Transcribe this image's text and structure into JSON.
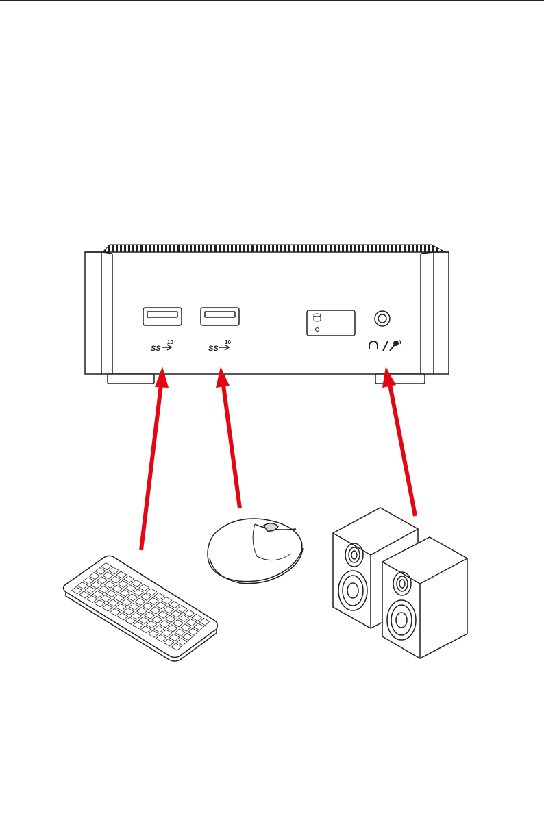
{
  "colors": {
    "arrow": "#e30613",
    "line": "#231f20",
    "background": "#ffffff"
  },
  "device": {
    "name": "mini-pc-front-panel",
    "ports": [
      {
        "type": "usb-a",
        "label": "SS",
        "speed": "10"
      },
      {
        "type": "usb-a",
        "label": "SS",
        "speed": "10"
      },
      {
        "type": "card-reader-panel",
        "icon": "drive-icon"
      },
      {
        "type": "audio-combo-jack",
        "icon": "headphone-mic-icon"
      }
    ]
  },
  "peripherals": [
    {
      "name": "keyboard",
      "connects_to": "usb-port-1"
    },
    {
      "name": "mouse",
      "connects_to": "usb-port-2"
    },
    {
      "name": "speakers",
      "connects_to": "audio-jack"
    }
  ],
  "labels": {
    "usb1_speed": "10",
    "usb2_speed": "10",
    "usb1_ss": "SS",
    "usb2_ss": "SS"
  }
}
